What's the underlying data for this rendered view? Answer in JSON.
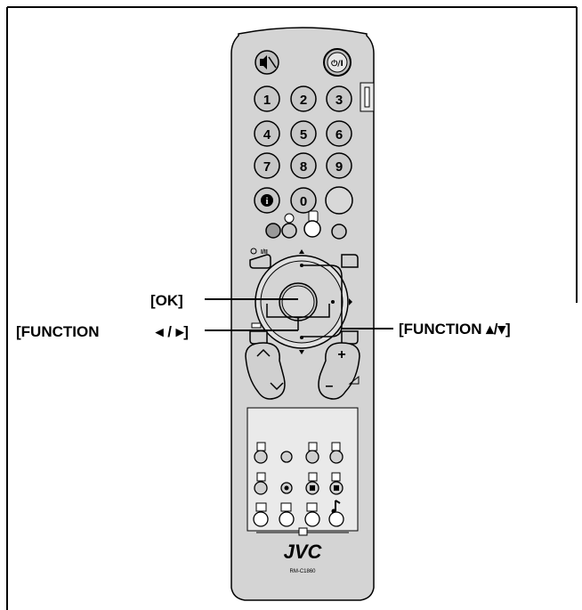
{
  "labels": {
    "ok": "[OK]",
    "function_lr": "[FUNCTION",
    "function_lr_symbol": "◂ / ▸]",
    "function_ud": "[FUNCTION ▴/▾]"
  },
  "remote": {
    "brand": "JVC",
    "model": "RM-C1860",
    "mute_icon": "mute-icon",
    "power_label": "⏻/I",
    "number_keys": [
      "1",
      "2",
      "3",
      "4",
      "5",
      "6",
      "7",
      "8",
      "9"
    ],
    "info_label": "i",
    "zero_label": "0",
    "mode_label": "I/II",
    "volume_plus": "+",
    "volume_minus": "–",
    "colors": {
      "body": "#d4d4d4",
      "red_button": "#b0b0b0",
      "frame": "#000000"
    }
  }
}
